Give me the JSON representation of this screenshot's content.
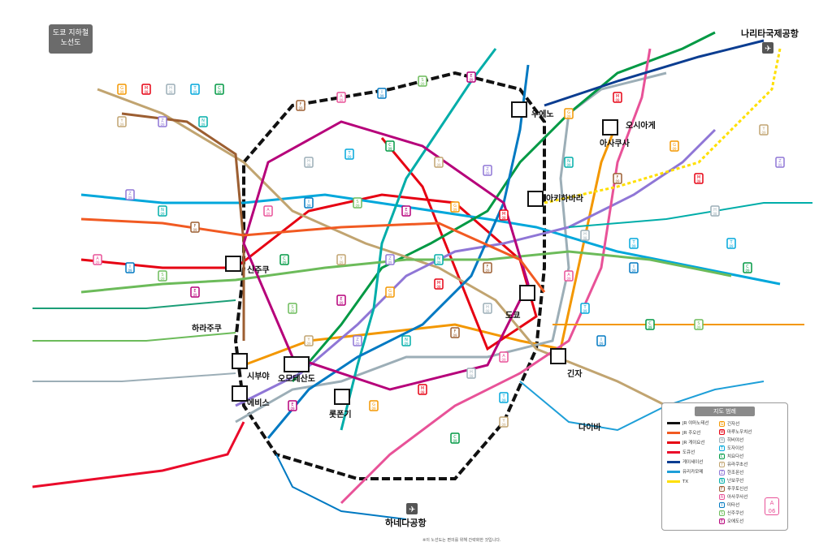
{
  "title": {
    "line1": "도쿄 지하철",
    "line2": "노선도"
  },
  "hubs": [
    {
      "id": "shinjuku",
      "label": "신주쿠"
    },
    {
      "id": "ueno",
      "label": "우에노"
    },
    {
      "id": "akihabara",
      "label": "아키하바라"
    },
    {
      "id": "tokyo",
      "label": "도쿄"
    },
    {
      "id": "ginza",
      "label": "긴자"
    },
    {
      "id": "shibuya",
      "label": "시부야"
    },
    {
      "id": "harajuku",
      "label": "하라주쿠"
    },
    {
      "id": "omotesando",
      "label": "오모테산도"
    },
    {
      "id": "roppongi",
      "label": "롯폰기"
    },
    {
      "id": "ebisu",
      "label": "에비스"
    },
    {
      "id": "asakusa",
      "label": "아사쿠사"
    },
    {
      "id": "oshiage",
      "label": "오시아게"
    },
    {
      "id": "daiba",
      "label": "다이바"
    }
  ],
  "airports": [
    {
      "id": "narita",
      "label": "나리타국제공항",
      "icon": "airplane-icon"
    },
    {
      "id": "haneda",
      "label": "하네다공항",
      "icon": "airplane-icon"
    }
  ],
  "line_colors": {
    "ginza": "#f39700",
    "marunouchi": "#e60012",
    "hibiya": "#9caeb7",
    "tozai": "#00a7db",
    "chiyoda": "#009944",
    "yurakucho": "#c1a470",
    "hanzomon": "#8f76d6",
    "namboku": "#00ada9",
    "fukutoshin": "#9c5e31",
    "asakusa": "#e85298",
    "mita": "#0079c2",
    "shinjuku": "#6cbb5a",
    "oedo": "#b6007a",
    "jr_yamanote": "#111111",
    "jr_chuo": "#f15a22",
    "keisei": "#0b3d91",
    "tokyu": "#ea0a2a",
    "yurikamome": "#1e9fd8",
    "tx": "#ffdf00"
  },
  "badges": [
    {
      "code": "G",
      "num": "09",
      "color": "#f39700"
    },
    {
      "code": "M",
      "num": "08",
      "color": "#e60012"
    },
    {
      "code": "H",
      "num": "08",
      "color": "#9caeb7"
    },
    {
      "code": "T",
      "num": "09",
      "color": "#00a7db"
    },
    {
      "code": "C",
      "num": "09",
      "color": "#009944"
    },
    {
      "code": "Y",
      "num": "09",
      "color": "#c1a470"
    },
    {
      "code": "Z",
      "num": "09",
      "color": "#8f76d6"
    },
    {
      "code": "N",
      "num": "09",
      "color": "#00ada9"
    },
    {
      "code": "F",
      "num": "09",
      "color": "#9c5e31"
    },
    {
      "code": "A",
      "num": "09",
      "color": "#e85298"
    },
    {
      "code": "I",
      "num": "09",
      "color": "#0079c2"
    },
    {
      "code": "S",
      "num": "09",
      "color": "#6cbb5a"
    },
    {
      "code": "E",
      "num": "09",
      "color": "#b6007a"
    }
  ],
  "legend": {
    "title": "지도 범례",
    "rows_left": [
      "JR 야마노테선",
      "JR 주오선",
      "JR 게이요선",
      "도큐선",
      "게이세이선",
      "유리카모메",
      "TX"
    ],
    "rows_right": [
      "긴자선",
      "마루노우치선",
      "히비야선",
      "도자이선",
      "치요다선",
      "유라쿠초선",
      "한조몬선",
      "난보쿠선",
      "후쿠토신선",
      "아사쿠사선",
      "미타선",
      "신주쿠선",
      "오에도선"
    ],
    "badge_example": {
      "code": "A",
      "num": "06"
    }
  },
  "footnote": "※이 노선도는 편의를 위해 간략화한 것입니다."
}
